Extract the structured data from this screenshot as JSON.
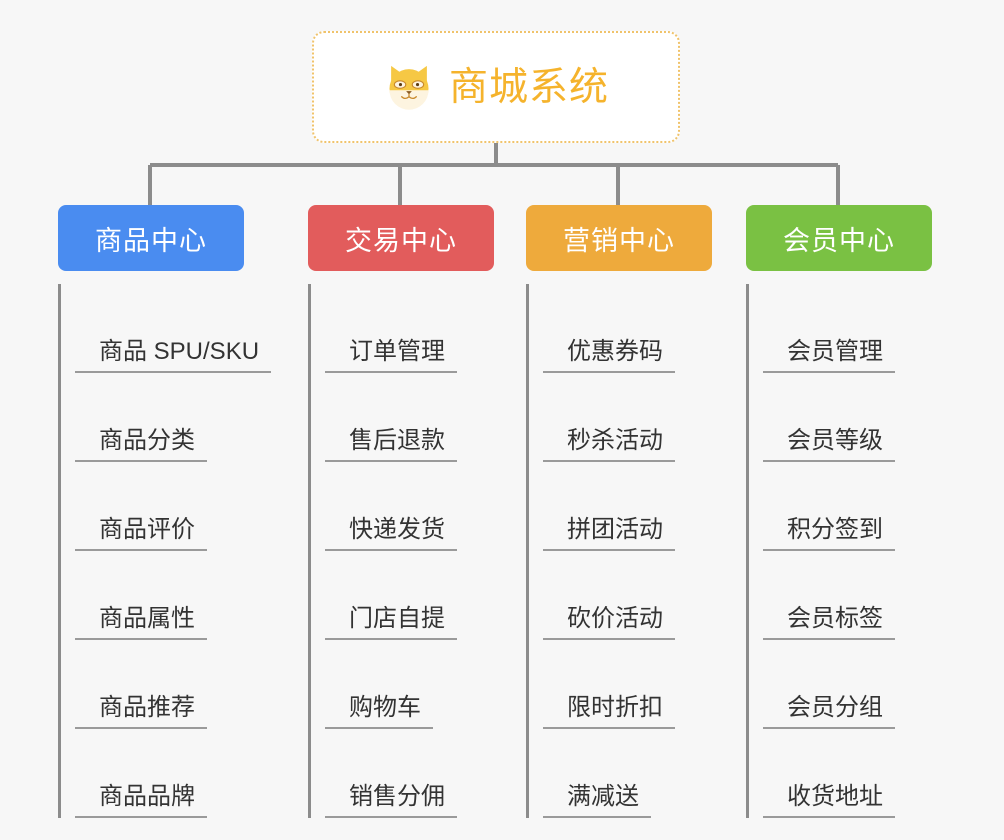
{
  "diagram": {
    "type": "organization-tree",
    "background_color": "#f7f7f7",
    "connector_color": "#8c8c8c"
  },
  "root": {
    "title": "商城系统",
    "icon": "shiba-dog-face-icon",
    "text_color": "#f5b32c",
    "border_color": "#f0c36b",
    "background_color": "#ffffff"
  },
  "columns": [
    {
      "label": "商品中心",
      "color": "#4a8cf0",
      "items": [
        {
          "label": "商品 SPU/SKU"
        },
        {
          "label": "商品分类"
        },
        {
          "label": "商品评价"
        },
        {
          "label": "商品属性"
        },
        {
          "label": "商品推荐"
        },
        {
          "label": "商品品牌"
        }
      ]
    },
    {
      "label": "交易中心",
      "color": "#e25c5c",
      "items": [
        {
          "label": "订单管理"
        },
        {
          "label": "售后退款"
        },
        {
          "label": "快递发货"
        },
        {
          "label": "门店自提"
        },
        {
          "label": "购物车"
        },
        {
          "label": "销售分佣"
        }
      ]
    },
    {
      "label": "营销中心",
      "color": "#eeaa3c",
      "items": [
        {
          "label": "优惠券码"
        },
        {
          "label": "秒杀活动"
        },
        {
          "label": "拼团活动"
        },
        {
          "label": "砍价活动"
        },
        {
          "label": "限时折扣"
        },
        {
          "label": "满减送"
        }
      ]
    },
    {
      "label": "会员中心",
      "color": "#7ac143",
      "items": [
        {
          "label": "会员管理"
        },
        {
          "label": "会员等级"
        },
        {
          "label": "积分签到"
        },
        {
          "label": "会员标签"
        },
        {
          "label": "会员分组"
        },
        {
          "label": "收货地址"
        }
      ]
    }
  ]
}
